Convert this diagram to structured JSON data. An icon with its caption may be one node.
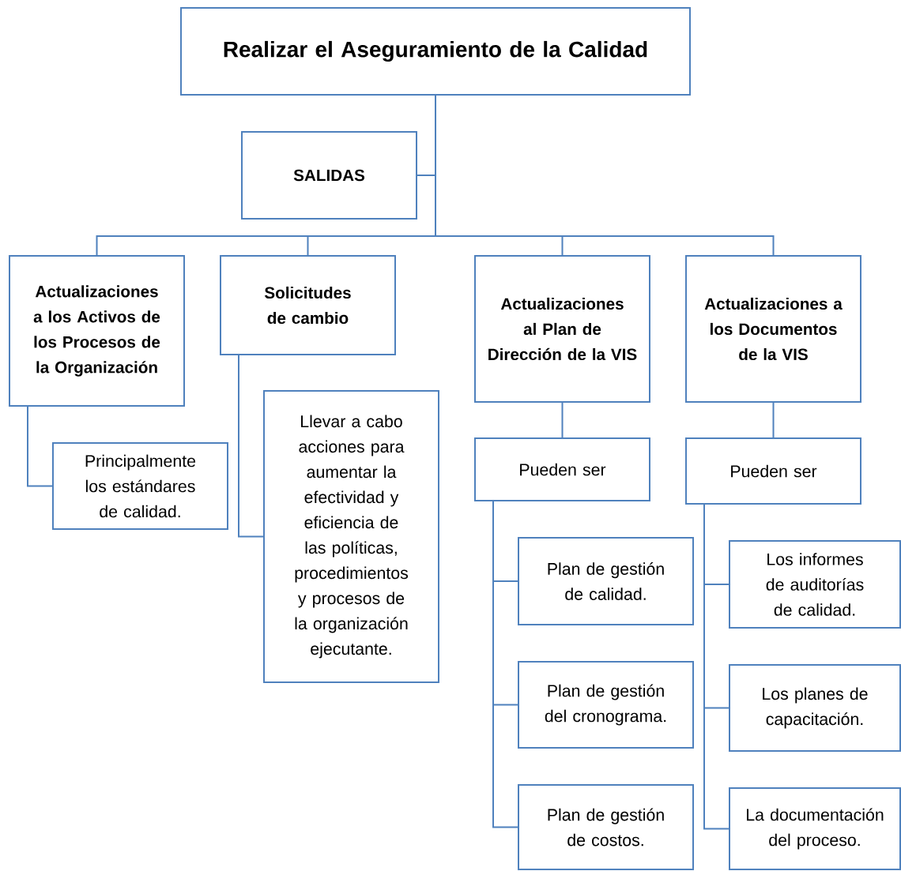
{
  "diagram": {
    "nodes": [
      {
        "text": [
          "Realizar el Aseguramiento de la Calidad"
        ]
      },
      {
        "text": [
          "SALIDAS"
        ]
      },
      {
        "text": [
          "Actualizaciones a los Activos de los Procesos de la Organización"
        ]
      },
      {
        "text": [
          "Solicitudes de cambio"
        ]
      },
      {
        "text": [
          "Actualizaciones al Plan de Dirección de la VIS"
        ]
      },
      {
        "text": [
          "Actualizaciones a los Documentos de la VIS"
        ]
      },
      {
        "text": [
          "Principalmente los estándares de calidad."
        ]
      },
      {
        "text": [
          "Llevar a cabo acciones para aumentar la efectividad y eficiencia de las políticas, procedimientos y procesos de la organización ejecutante."
        ]
      },
      {
        "text": [
          "Pueden ser"
        ]
      },
      {
        "text": [
          "Pueden ser"
        ]
      },
      {
        "text": [
          "Plan de gestión de calidad."
        ]
      },
      {
        "text": [
          "Plan de gestión del cronograma."
        ]
      },
      {
        "text": [
          "Plan de gestión de costos."
        ]
      },
      {
        "text": [
          "Los informes de auditorías de calidad."
        ]
      },
      {
        "text": [
          "Los planes de capacitación."
        ]
      },
      {
        "text": [
          "La documentación del proceso."
        ]
      }
    ],
    "edges": [
      {
        "from": 0,
        "to": 1,
        "arrow": "none"
      },
      {
        "from": 0,
        "to": 2,
        "arrow": "none"
      },
      {
        "from": 0,
        "to": 3,
        "arrow": "none"
      },
      {
        "from": 0,
        "to": 4,
        "arrow": "none"
      },
      {
        "from": 0,
        "to": 5,
        "arrow": "none"
      },
      {
        "from": 2,
        "to": 6,
        "arrow": "none"
      },
      {
        "from": 3,
        "to": 7,
        "arrow": "none"
      },
      {
        "from": 4,
        "to": 8,
        "arrow": "none"
      },
      {
        "from": 5,
        "to": 9,
        "arrow": "none"
      },
      {
        "from": 8,
        "to": 10,
        "arrow": "none"
      },
      {
        "from": 8,
        "to": 11,
        "arrow": "none"
      },
      {
        "from": 8,
        "to": 12,
        "arrow": "none"
      },
      {
        "from": 9,
        "to": 13,
        "arrow": "none"
      },
      {
        "from": 9,
        "to": 14,
        "arrow": "none"
      },
      {
        "from": 9,
        "to": 15,
        "arrow": "none"
      }
    ]
  }
}
